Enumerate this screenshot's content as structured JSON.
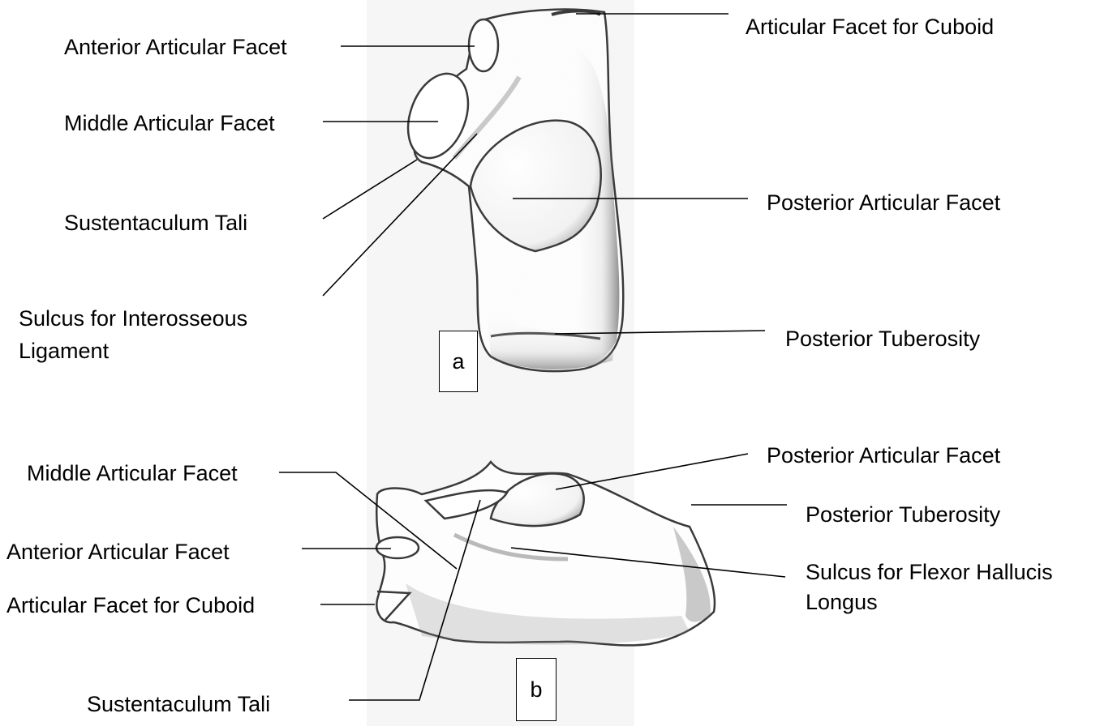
{
  "figure_a": {
    "panel_letter": "a",
    "labels": {
      "anterior_articular_facet": "Anterior Articular Facet",
      "middle_articular_facet": "Middle Articular Facet",
      "sustentaculum_tali": "Sustentaculum Tali",
      "sulcus_interosseous_line1": "Sulcus for Interosseous",
      "sulcus_interosseous_line2": "Ligament",
      "articular_facet_cuboid": "Articular Facet for Cuboid",
      "posterior_articular_facet": "Posterior Articular Facet",
      "posterior_tuberosity": "Posterior Tuberosity"
    }
  },
  "figure_b": {
    "panel_letter": "b",
    "labels": {
      "middle_articular_facet": "Middle Articular Facet",
      "anterior_articular_facet": "Anterior Articular Facet",
      "articular_facet_cuboid": "Articular Facet for Cuboid",
      "sustentaculum_tali": "Sustentaculum Tali",
      "posterior_articular_facet": "Posterior Articular Facet",
      "posterior_tuberosity": "Posterior Tuberosity",
      "sulcus_flexor_line1": "Sulcus for Flexor Hallucis",
      "sulcus_flexor_line2": "Longus"
    }
  },
  "colors": {
    "outline": "#3a3a3a",
    "shading": "#8a8a8a",
    "background_strip": "#f4f4f4",
    "text": "#000000"
  }
}
